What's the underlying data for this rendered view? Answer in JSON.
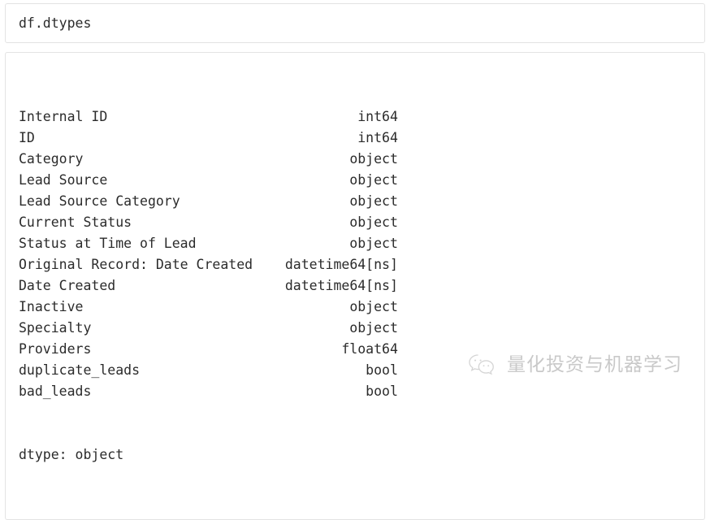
{
  "colors": {
    "background": "#ffffff",
    "cell_border": "#e3e3e3",
    "code_text": "#2b2b2b",
    "watermark_text": "#c9c9c9",
    "watermark_icon": "#d5d5d5"
  },
  "input_cell": {
    "code": "df.dtypes"
  },
  "output_cell": {
    "line_width": 47,
    "rows": [
      {
        "name": "Internal ID",
        "dtype": "int64"
      },
      {
        "name": "ID",
        "dtype": "int64"
      },
      {
        "name": "Category",
        "dtype": "object"
      },
      {
        "name": "Lead Source",
        "dtype": "object"
      },
      {
        "name": "Lead Source Category",
        "dtype": "object"
      },
      {
        "name": "Current Status",
        "dtype": "object"
      },
      {
        "name": "Status at Time of Lead",
        "dtype": "object"
      },
      {
        "name": "Original Record: Date Created",
        "dtype": "datetime64[ns]"
      },
      {
        "name": "Date Created",
        "dtype": "datetime64[ns]"
      },
      {
        "name": "Inactive",
        "dtype": "object"
      },
      {
        "name": "Specialty",
        "dtype": "object"
      },
      {
        "name": "Providers",
        "dtype": "float64"
      },
      {
        "name": "duplicate_leads",
        "dtype": "bool"
      },
      {
        "name": "bad_leads",
        "dtype": "bool"
      }
    ],
    "footer": "dtype: object"
  },
  "watermark": {
    "icon": "wechat-icon",
    "text": "量化投资与机器学习"
  }
}
